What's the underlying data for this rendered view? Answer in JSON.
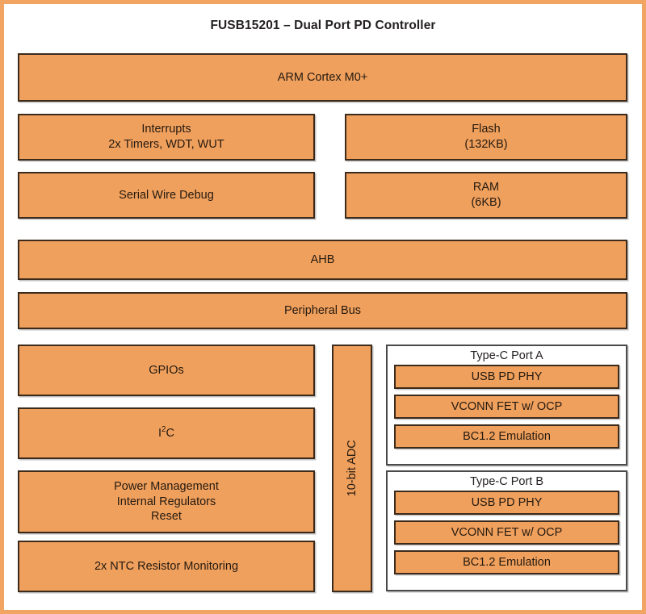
{
  "diagram": {
    "title": "FUSB15201 – Dual Port PD Controller",
    "frame_color": "#f2a463",
    "block_fill": "#f0a05d",
    "block_border": "#3c2a1b",
    "text_color": "#241a10"
  },
  "blocks": {
    "cpu": "ARM Cortex M0+",
    "interrupts": "Interrupts\n2x Timers, WDT, WUT",
    "flash": "Flash\n(132KB)",
    "swd": "Serial Wire Debug",
    "ram": "RAM\n(6KB)",
    "ahb": "AHB",
    "peripheral_bus": "Peripheral Bus",
    "gpios": "GPIOs",
    "i2c_prefix": "I",
    "i2c_sup": "2",
    "i2c_suffix": "C",
    "power": "Power Management\nInternal Regulators\nReset",
    "ntc": "2x NTC Resistor Monitoring",
    "adc": "10-bit ADC"
  },
  "ports": [
    {
      "title": "Type-C Port A",
      "items": [
        "USB PD PHY",
        "VCONN FET w/ OCP",
        "BC1.2 Emulation"
      ]
    },
    {
      "title": "Type-C Port B",
      "items": [
        "USB PD PHY",
        "VCONN FET w/ OCP",
        "BC1.2 Emulation"
      ]
    }
  ]
}
